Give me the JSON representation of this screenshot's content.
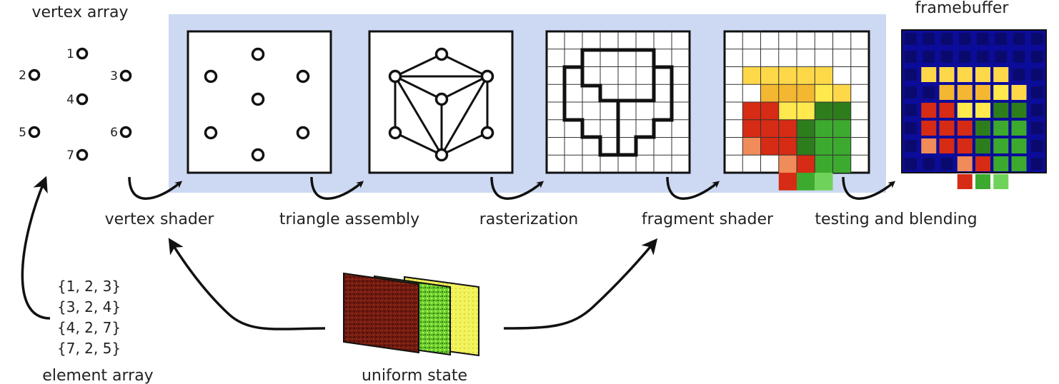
{
  "colors": {
    "pipeline_band": "#cdd9f3",
    "framebuffer_bg": "#0c0c9a",
    "framebuffer_cell": "#0a0a6e",
    "frag_palette": [
      "#ffd84a",
      "#f4b731",
      "#ffe94d",
      "#d62b14",
      "#f08b5a",
      "#2e7d1c",
      "#3caa2e",
      "#6fd35b",
      "#8dd04a"
    ]
  },
  "labels": {
    "vertex_array": "vertex array",
    "framebuffer": "framebuffer",
    "vertex_shader": "vertex shader",
    "triangle_assembly": "triangle assembly",
    "rasterization": "rasterization",
    "fragment_shader": "fragment shader",
    "testing_blending": "testing and blending",
    "element_array": "element array",
    "uniform_state": "uniform state"
  },
  "vertex_numbers": [
    "1",
    "2",
    "3",
    "4",
    "5",
    "6",
    "7"
  ],
  "element_array": [
    "{1, 2, 3}",
    "{3, 2, 4}",
    "{4, 2, 7}",
    "{7, 2, 5}"
  ],
  "icons": [
    "arrow-curved",
    "texture-layer",
    "vertex-point"
  ]
}
